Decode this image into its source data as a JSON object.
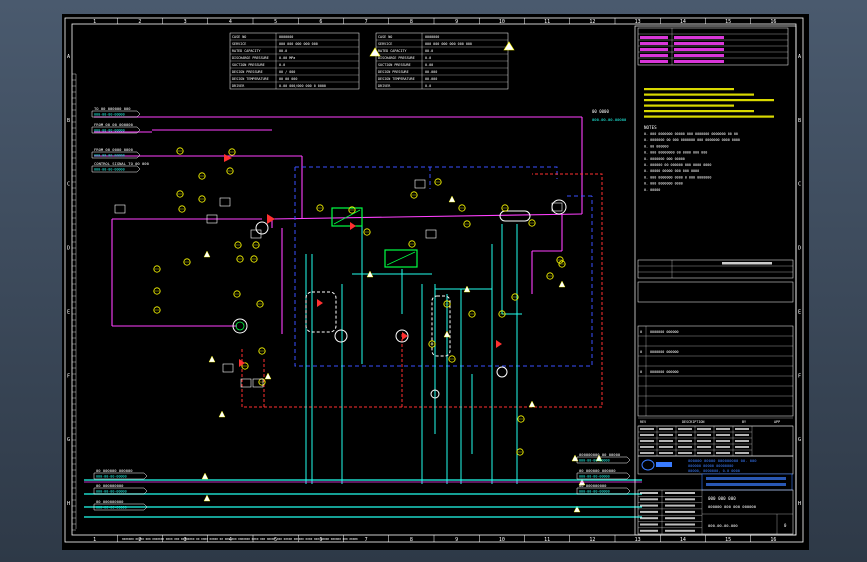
{
  "sheet": {
    "col_numbers": [
      "1",
      "2",
      "3",
      "4",
      "5",
      "6",
      "7",
      "8",
      "9",
      "10",
      "11",
      "12",
      "13",
      "14",
      "15",
      "16"
    ],
    "row_letters": [
      "A",
      "B",
      "C",
      "D",
      "E",
      "F",
      "G",
      "H"
    ]
  },
  "tables": {
    "left": {
      "rows": [
        [
          "CASE NO",
          "0000000"
        ],
        [
          "SERVICE",
          "000 000 000 000 000"
        ],
        [
          "RATED CAPACITY",
          "00.0"
        ],
        [
          "DISCHARGE PRESSURE",
          "0.00 MPa"
        ],
        [
          "SUCTION PRESSURE",
          "0.0"
        ],
        [
          "DESIGN PRESSURE",
          "00 / 000"
        ],
        [
          "DESIGN TEMPERATURE",
          "00 00 000"
        ],
        [
          "DRIVER",
          "0.00 000/000 000 0 0000"
        ]
      ]
    },
    "right": {
      "rows": [
        [
          "CASE NO",
          "0000000"
        ],
        [
          "SERVICE",
          "000 000 000 000 000 000"
        ],
        [
          "RATED CAPACITY",
          "00.0"
        ],
        [
          "DISCHARGE PRESSURE",
          "0.0"
        ],
        [
          "SUCTION PRESSURE",
          "0.00"
        ],
        [
          "DESIGN PRESSURE",
          "00.000"
        ],
        [
          "DESIGN TEMPERATURE",
          "00.000"
        ],
        [
          "DRIVER",
          "0.0"
        ]
      ]
    }
  },
  "streams": {
    "left": [
      {
        "text": "TO 00 000000 000",
        "sub": "000-00-00-00000"
      },
      {
        "text": "FROM 00 00 000000",
        "sub": "000-00-00-00000"
      },
      {
        "text": "FROM 00 0000 0000",
        "sub": "000-00-00-00000"
      },
      {
        "text": "CONTROL SIGNAL TO 00 000",
        "sub": "000-00-00-00000"
      }
    ],
    "bottom_left": [
      {
        "text": "00 000000 000000",
        "sub": "000-00-00-00000"
      },
      {
        "text": "00 000000000",
        "sub": "000-00-00-00000"
      },
      {
        "text": "00 000000000",
        "sub": "000-00-00-00000"
      }
    ],
    "right_top": {
      "text": "00 0000",
      "sub": "000-00-00-00000"
    },
    "bottom_right": [
      {
        "text": "000000000 00 00000",
        "sub": "000-00-00-00000"
      },
      {
        "text": "00 000000 000000",
        "sub": "000-00-00-00000"
      },
      {
        "text": "00 000000000",
        "sub": "000-00-00-00000"
      }
    ]
  },
  "revision_block": {
    "header": [
      "REV",
      "DESCRIPTION",
      "BY",
      "APP"
    ],
    "rows": [
      [
        "0",
        "0000000 000000"
      ],
      [
        "0",
        "0000000 000000"
      ],
      [
        "0",
        "0000000 000000"
      ]
    ]
  },
  "notes": {
    "title": "NOTES",
    "lines": [
      "0. 000 0000000 00000 000 0000000 0000000 00 00",
      "0. 0000000 00 000 0000000 000 0000000 0000 0000",
      "0. 00 000000",
      "0. 000 00000000 00 0000 000 000",
      "0. 0000000 000 00000",
      "0. 000000 00 000000 000 0000 0000",
      "0. 00000 00000 000 000 0000",
      "0. 000 0000000 0000 0 000 0000000",
      "0. 000 0000000 0000",
      "0. 00000"
    ]
  },
  "company": {
    "name": "000000 00000 000000000 00. 000",
    "sub1": "000000 00000 00000000",
    "sub2": "00000, 0000000, 0.0 0000"
  },
  "title_block": {
    "project": "000 000 000",
    "drawing_title": "000000 000 000 000000",
    "drawing_no": "000-00-00-000",
    "rev": "0"
  },
  "colors": {
    "magenta": "#ff40ff",
    "cyan": "#22ffee",
    "red": "#ff3030",
    "blue": "#3a50ff",
    "green": "#00ff44",
    "yellow": "#ffff00",
    "white": "#ffffff"
  }
}
